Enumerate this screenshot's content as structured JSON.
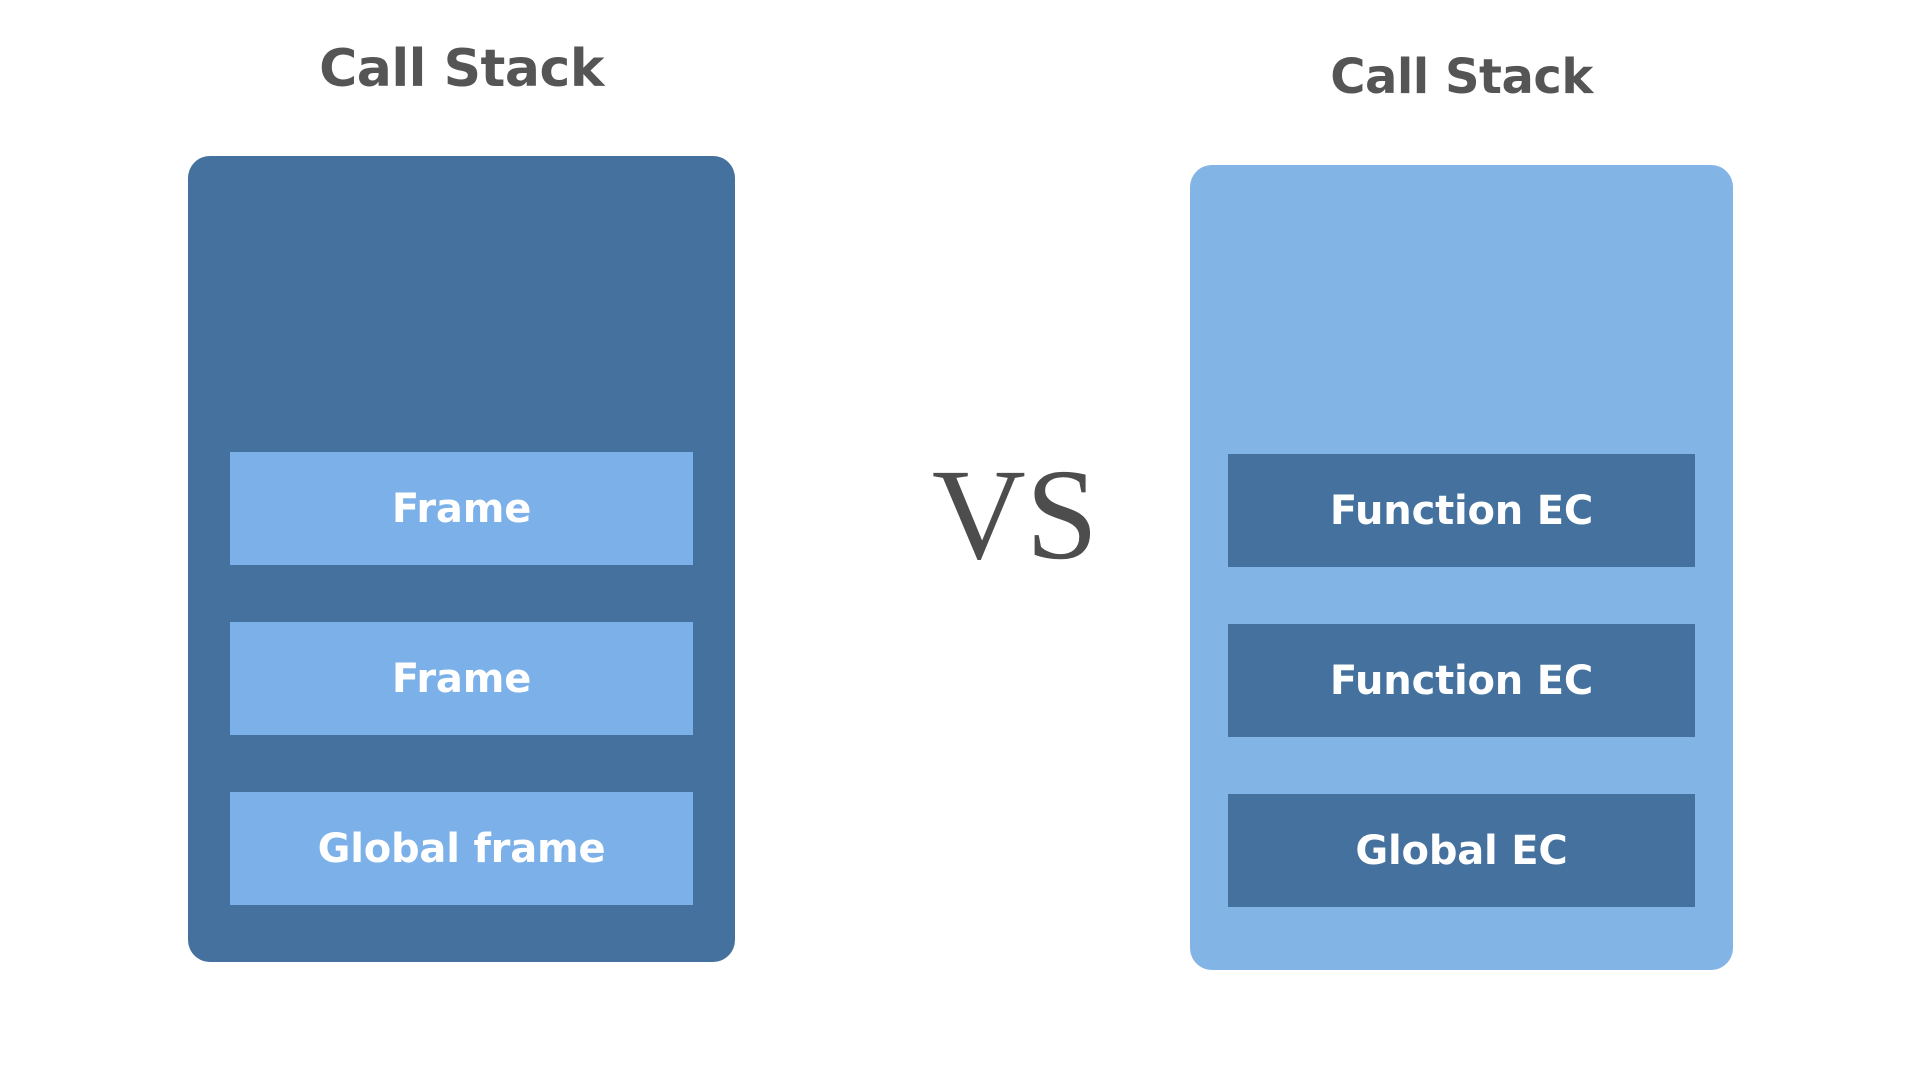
{
  "diagram": {
    "background": "#ffffff",
    "divider_label": "VS",
    "colors": {
      "dark_blue": "#44719e",
      "light_blue": "#83b4e6",
      "frame_light_blue": "#7cb0e8",
      "title_gray": "#555555",
      "divider_gray": "#4d4d4d",
      "frame_text": "#ffffff"
    },
    "left": {
      "title": "Call Stack",
      "panel_fill": "#44719e",
      "frames": [
        {
          "label": "Frame"
        },
        {
          "label": "Frame"
        },
        {
          "label": "Global frame"
        }
      ]
    },
    "right": {
      "title": "Call Stack",
      "panel_fill": "#83b4e6",
      "frames": [
        {
          "label": "Function EC"
        },
        {
          "label": "Function EC"
        },
        {
          "label": "Global EC"
        }
      ]
    }
  }
}
